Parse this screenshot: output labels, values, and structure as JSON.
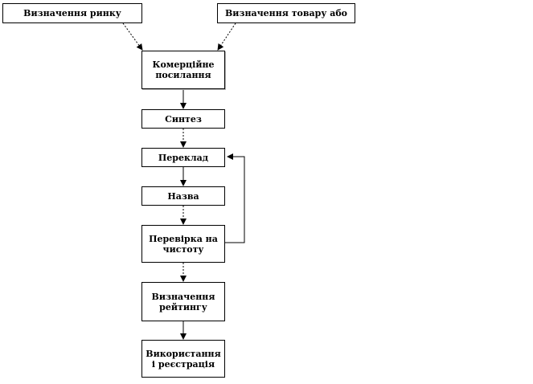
{
  "diagram": {
    "top_left_box": "Визначення ринку",
    "top_right_box": "Визначення товару або",
    "steps": [
      "Комерційне\nпосилання",
      "Синтез",
      "Переклад",
      "Назва",
      "Перевірка на\nчистоту",
      "Визначення\nрейтингу",
      "Використання\nі реєстрація"
    ],
    "colors": {
      "line": "#000000",
      "box_fill": "#ffffff",
      "shadow": "#b5b5b5"
    }
  }
}
